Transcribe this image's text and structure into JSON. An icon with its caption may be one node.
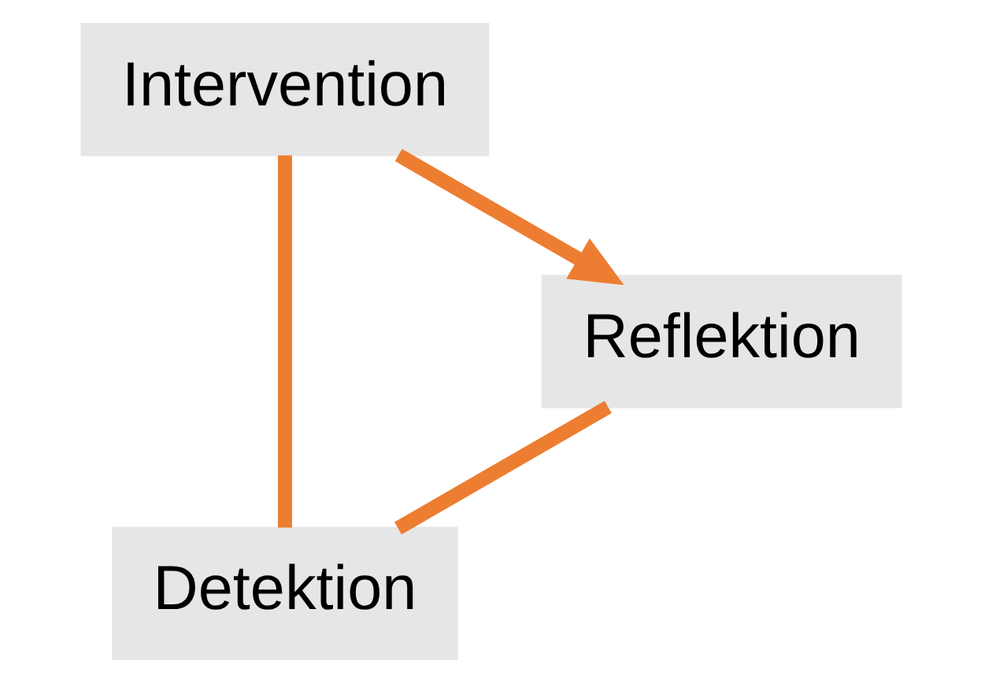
{
  "diagram": {
    "nodes": [
      {
        "text": [
          "Detektion"
        ]
      },
      {
        "text": [
          "Intervention"
        ]
      },
      {
        "text": [
          "Reflektion"
        ]
      }
    ],
    "edges": [
      {
        "from": 0,
        "to": 1,
        "arrow": "none"
      },
      {
        "from": 1,
        "to": 2,
        "arrow": "to"
      },
      {
        "from": 2,
        "to": 0,
        "arrow": "none"
      }
    ]
  }
}
